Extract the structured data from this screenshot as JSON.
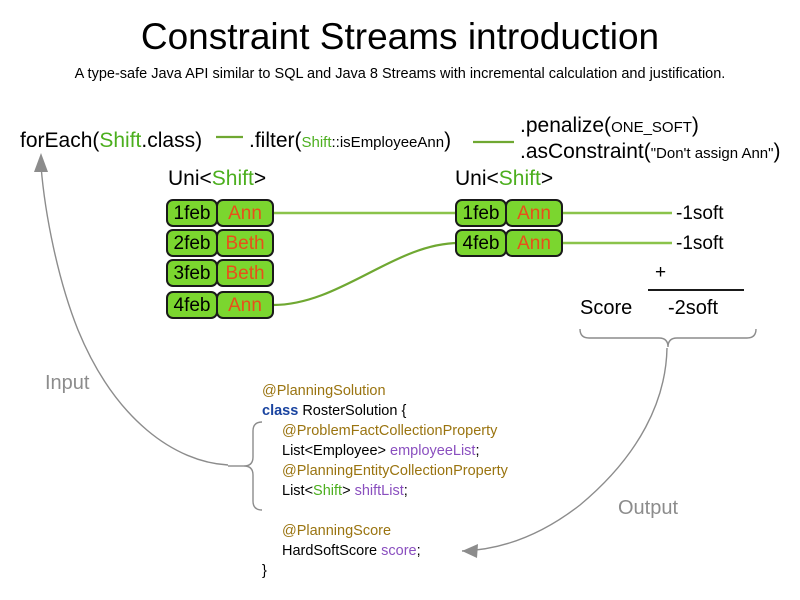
{
  "header": {
    "title": "Constraint Streams introduction",
    "subtitle": "A type-safe Java API similar to SQL and Java 8 Streams with incremental calculation and justification."
  },
  "pipeline": {
    "foreach": {
      "call": "forEach(",
      "type": "Shift",
      "tail": ".class)"
    },
    "filter": {
      "call": ".filter(",
      "type": "Shift",
      "method": "::isEmployeeAnn",
      "tail": ")"
    },
    "penalize": {
      "call": ".penalize(",
      "arg": "ONE_SOFT",
      "tail": ")"
    },
    "as_constraint": {
      "call": ".asConstraint(",
      "arg": "\"Don't assign Ann\"",
      "tail": ")"
    }
  },
  "streams": {
    "left": {
      "caption_prefix": "Uni<",
      "caption_type": "Shift",
      "caption_suffix": ">",
      "tuples": [
        {
          "date": "1feb",
          "employee": "Ann"
        },
        {
          "date": "2feb",
          "employee": "Beth"
        },
        {
          "date": "3feb",
          "employee": "Beth"
        },
        {
          "date": "4feb",
          "employee": "Ann"
        }
      ]
    },
    "right": {
      "caption_prefix": "Uni<",
      "caption_type": "Shift",
      "caption_suffix": ">",
      "tuples": [
        {
          "date": "1feb",
          "employee": "Ann"
        },
        {
          "date": "4feb",
          "employee": "Ann"
        }
      ]
    }
  },
  "penalties": [
    {
      "value": "-1soft"
    },
    {
      "value": "-1soft"
    }
  ],
  "score": {
    "label": "Score",
    "operator": "+",
    "total": "-2soft"
  },
  "code": {
    "lines": [
      {
        "indent": 1,
        "parts": [
          {
            "t": "@PlanningSolution",
            "c": "ann"
          }
        ]
      },
      {
        "indent": 1,
        "parts": [
          {
            "t": "class",
            "c": "kw"
          },
          {
            "t": " RosterSolution {",
            "c": ""
          }
        ]
      },
      {
        "indent": 2,
        "parts": [
          {
            "t": "@ProblemFactCollectionProperty",
            "c": "ann"
          }
        ]
      },
      {
        "indent": 2,
        "parts": [
          {
            "t": "List<Employee> ",
            "c": ""
          },
          {
            "t": "employeeList",
            "c": "fld"
          },
          {
            "t": ";",
            "c": ""
          }
        ]
      },
      {
        "indent": 2,
        "parts": [
          {
            "t": "@PlanningEntityCollectionProperty",
            "c": "ann"
          }
        ]
      },
      {
        "indent": 2,
        "parts": [
          {
            "t": "List<",
            "c": ""
          },
          {
            "t": "Shift",
            "c": "typ"
          },
          {
            "t": "> ",
            "c": ""
          },
          {
            "t": "shiftList",
            "c": "fld"
          },
          {
            "t": ";",
            "c": ""
          }
        ]
      },
      {
        "indent": 2,
        "parts": [
          {
            "t": " ",
            "c": ""
          }
        ]
      },
      {
        "indent": 2,
        "parts": [
          {
            "t": "@PlanningScore",
            "c": "ann"
          }
        ]
      },
      {
        "indent": 2,
        "parts": [
          {
            "t": "HardSoftScore ",
            "c": ""
          },
          {
            "t": "score",
            "c": "fld"
          },
          {
            "t": ";",
            "c": ""
          }
        ]
      },
      {
        "indent": 1,
        "parts": [
          {
            "t": "}",
            "c": ""
          }
        ]
      }
    ]
  },
  "annotations": {
    "input": "Input",
    "output": "Output"
  },
  "colors": {
    "box_fill": "#7BD62F",
    "box_border": "#1a1a1a",
    "employee_text": "#E8501A",
    "type_green": "#4CAF1E",
    "connector_green": "#6FA832",
    "annotation_gray": "#8c8c8c",
    "keyword_blue": "#1a44a0",
    "annotation_yellow": "#9A7410",
    "field_purple": "#8A4FBF"
  }
}
